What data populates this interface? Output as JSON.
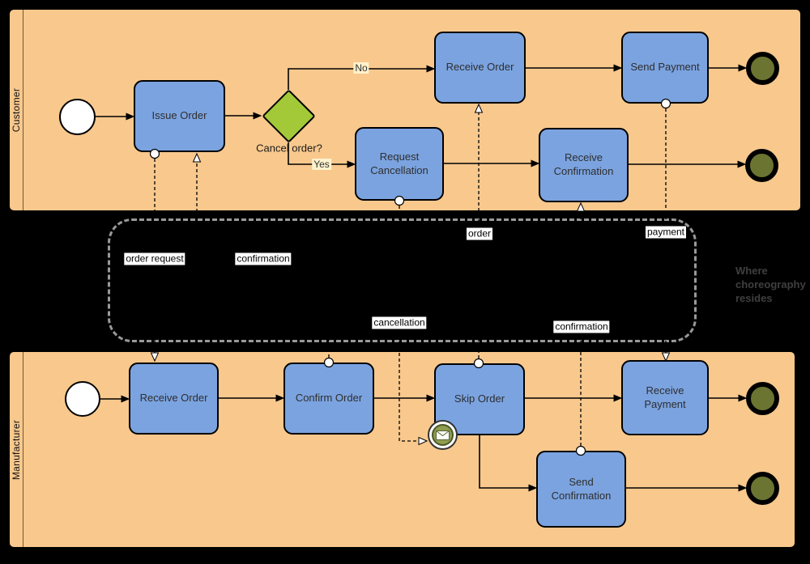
{
  "pools": {
    "customer": {
      "label": "Customer"
    },
    "manufacturer": {
      "label": "Manufacturer"
    }
  },
  "customer_nodes": {
    "issue_order": "Issue Order",
    "receive_order": "Receive Order",
    "send_payment": "Send Payment",
    "request_cancellation": "Request Cancellation",
    "receive_confirmation": "Receive Confirmation"
  },
  "manufacturer_nodes": {
    "receive_order": "Receive Order",
    "confirm_order": "Confirm Order",
    "skip_order": "Skip Order",
    "receive_payment": "Receive Payment",
    "send_confirmation": "Send Confirmation"
  },
  "gateway": {
    "question": "Cancel order?",
    "no_label": "No",
    "yes_label": "Yes"
  },
  "message_labels": {
    "order_request": "order request",
    "confirmation_customer": "confirmation",
    "order": "order",
    "payment": "payment",
    "cancellation": "cancellation",
    "confirmation_cancel": "confirmation"
  },
  "annotation": {
    "lines": [
      "Where",
      "choreography",
      "resides"
    ]
  },
  "icons": {
    "message_boundary": "envelope-icon"
  },
  "colors": {
    "canvas_bg": "#000000",
    "pool_fill": "#f8c88d",
    "task_fill": "#7ba3e0",
    "gateway_fill": "#a3c939",
    "end_event_fill": "#6b7431",
    "message_icon_fill": "#8e9d4e",
    "message_label_bg": "#ffffff",
    "branch_label_bg": "#fff2cc",
    "choreography_border": "#999999",
    "annotation_text": "#3f3f3f"
  }
}
